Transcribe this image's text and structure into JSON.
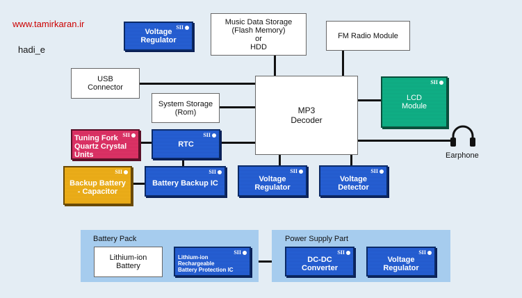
{
  "header": {
    "url": "www.tamirkaran.ir",
    "author": "hadi_e"
  },
  "badge_text": "SII",
  "blocks": {
    "music_storage": "Music Data Storage\n(Flash Memory)\nor\nHDD",
    "fm_radio": "FM Radio Module",
    "voltage_reg_top": "Voltage\nRegulator",
    "usb": "USB\nConnector",
    "system_storage": "System Storage\n(Rom)",
    "decoder": "MP3\nDecoder",
    "lcd": "LCD\nModule",
    "tuning_fork": "Tuning Fork\nQuartz Crystal\nUnits",
    "rtc": "RTC",
    "backup_battery": "Backup Battery\n- Capacitor",
    "battery_backup_ic": "Battery Backup IC",
    "voltage_reg_mid": "Voltage\nRegulator",
    "voltage_detector": "Voltage\nDetector",
    "earphone": "Earphone"
  },
  "battery_pack": {
    "title": "Battery Pack",
    "lithium_battery": "Lithium-ion\nBattery",
    "protection_ic": "Lithium-ion\nRechargeable\nBattery Protection IC"
  },
  "power_supply": {
    "title": "Power Supply Part",
    "dcdc": "DC-DC\nConverter",
    "voltage_reg": "Voltage\nRegulator"
  },
  "colors": {
    "chip_blue": "#1f56c6",
    "chip_green": "#0ea37c",
    "chip_pink": "#cf2a5c",
    "chip_orange": "#e2a414",
    "panel": "#a6ccee",
    "url_red": "#cc0000"
  }
}
